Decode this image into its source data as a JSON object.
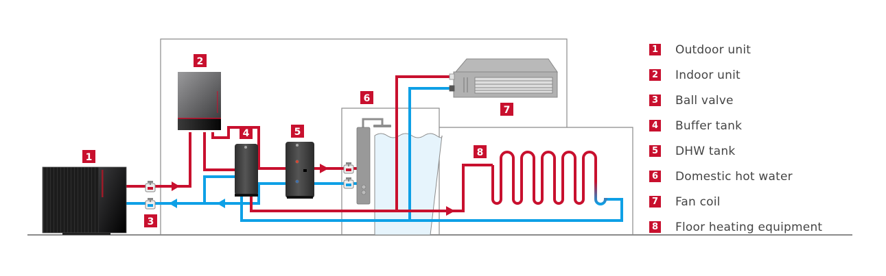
{
  "title": "Heat pump system diagram",
  "colors": {
    "hot_pipe": "#c8102e",
    "cold_pipe": "#0ea0e6",
    "badge": "#c8102e",
    "wall": "#8a8a8a",
    "water": "#e6f4fc"
  },
  "legend": [
    {
      "number": "1",
      "label": "Outdoor unit"
    },
    {
      "number": "2",
      "label": "Indoor unit"
    },
    {
      "number": "3",
      "label": "Ball valve"
    },
    {
      "number": "4",
      "label": "Buffer tank"
    },
    {
      "number": "5",
      "label": "DHW tank"
    },
    {
      "number": "6",
      "label": "Domestic hot water"
    },
    {
      "number": "7",
      "label": "Fan coil"
    },
    {
      "number": "8",
      "label": "Floor heating equipment"
    }
  ],
  "callouts": {
    "outdoor_unit": "1",
    "indoor_unit": "2",
    "ball_valve": "3",
    "buffer_tank": "4",
    "dhw_tank": "5",
    "domestic_hot_water": "6",
    "fan_coil": "7",
    "floor_heating": "8"
  }
}
